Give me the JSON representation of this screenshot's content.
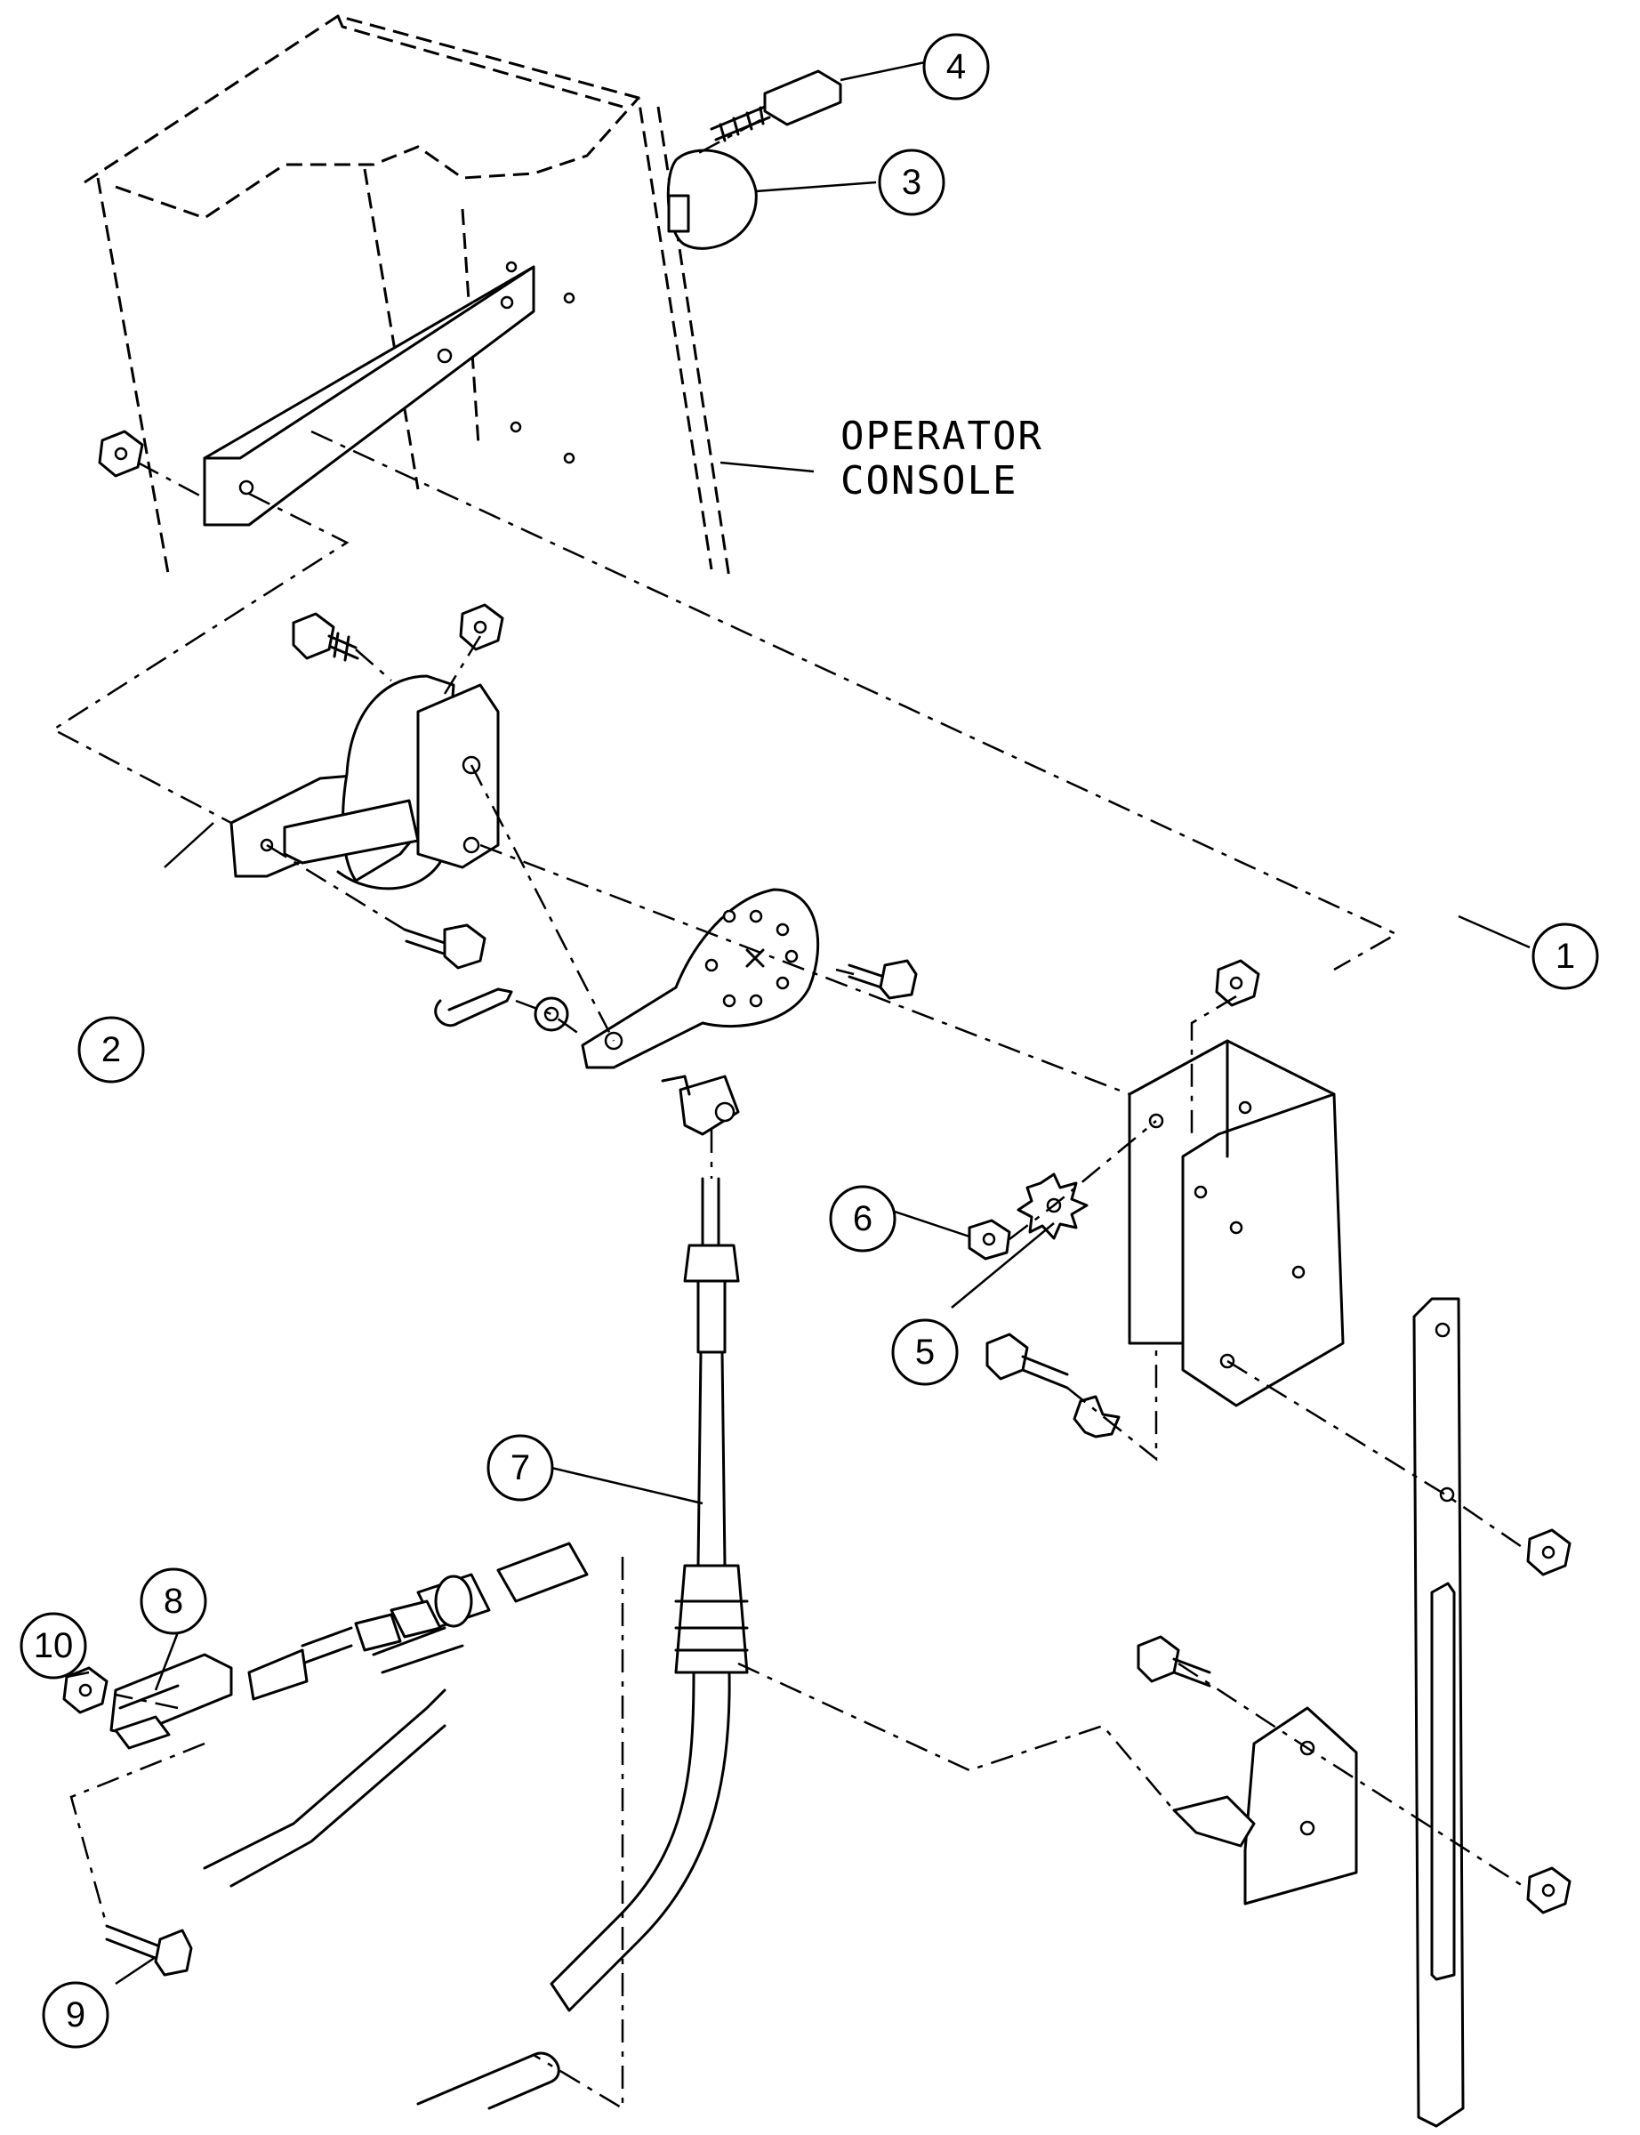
{
  "diagram": {
    "label": "OPERATOR\nCONSOLE",
    "label_lines": [
      "OPERATOR",
      "CONSOLE"
    ],
    "callouts": [
      {
        "number": "1"
      },
      {
        "number": "2"
      },
      {
        "number": "3"
      },
      {
        "number": "4"
      },
      {
        "number": "5"
      },
      {
        "number": "6"
      },
      {
        "number": "7"
      },
      {
        "number": "8"
      },
      {
        "number": "9"
      },
      {
        "number": "10"
      }
    ]
  }
}
